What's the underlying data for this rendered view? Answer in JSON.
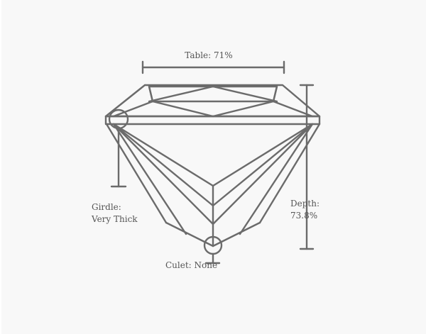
{
  "colors": {
    "stroke": "#6b6b6b",
    "background": "#f8f8f8",
    "text": "#555555"
  },
  "labels": {
    "table": "Table: 71%",
    "girdle_title": "Girdle:",
    "girdle_value": "Very Thick",
    "depth_title": "Depth:",
    "depth_value": "73.8%",
    "culet": "Culet: None"
  }
}
